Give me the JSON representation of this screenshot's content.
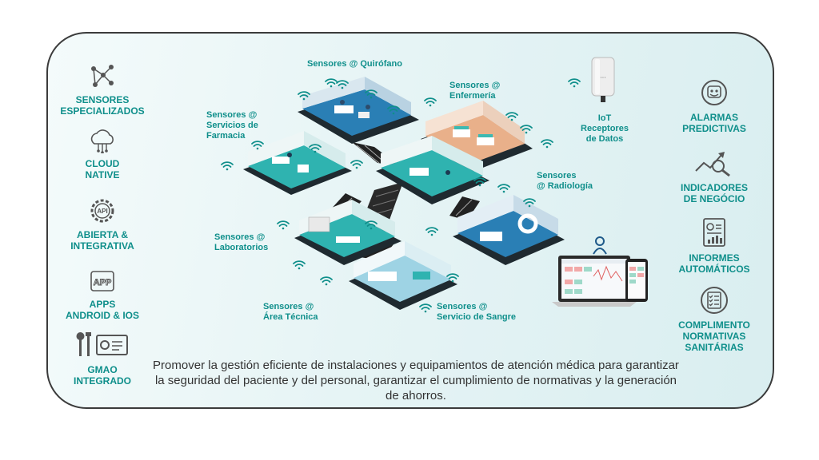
{
  "left_features": [
    {
      "label": "SENSORES\nESPECIALIZADOS",
      "icon": "network-nodes-icon"
    },
    {
      "label": "CLOUD\nNATIVE",
      "icon": "cloud-icon"
    },
    {
      "label": "ABIERTA &\nINTEGRATIVA",
      "icon": "api-gear-icon"
    },
    {
      "label": "APPS\nANDROID & IOS",
      "icon": "app-icon"
    },
    {
      "label": "GMAO\nINTEGRADO",
      "icon": "tools-monitor-icon"
    }
  ],
  "right_features": [
    {
      "label": "ALARMAS\nPREDICTIVAS",
      "icon": "alarm-face-icon"
    },
    {
      "label": "INDICADORES\nDE NEGÓCIO",
      "icon": "trend-search-icon"
    },
    {
      "label": "INFORMES\nAUTOMÁTICOS",
      "icon": "report-icon"
    },
    {
      "label": "COMPLIMENTO\nNORMATIVAS\nSANITÁRIAS",
      "icon": "checklist-icon"
    }
  ],
  "sensors": [
    {
      "label": "Sensores @ Quirófano"
    },
    {
      "label": "Sensores @\nEnfermería"
    },
    {
      "label": "Sensores @\nServicios de\nFarmacia"
    },
    {
      "label": "Sensores\n@ Radiología"
    },
    {
      "label": "Sensores @\nLaboratorios"
    },
    {
      "label": "Sensores @\nÁrea Técnica"
    },
    {
      "label": "Sensores @\nServicio de Sangre"
    }
  ],
  "iot": {
    "label": "IoT\nReceptores\nde Datos"
  },
  "caption": "Promover la gestión eficiente de instalaciones y equipamientos de atención médica para garantizar la seguridad del paciente y del personal, garantizar el cumplimiento de normativas y la generación de ahorros.",
  "colors": {
    "teal": "#0f8f8b",
    "floor": "#2fb3b0",
    "phone": "#1f2a30",
    "blue_floor": "#2a7fb5",
    "peach_floor": "#e9b08a"
  }
}
